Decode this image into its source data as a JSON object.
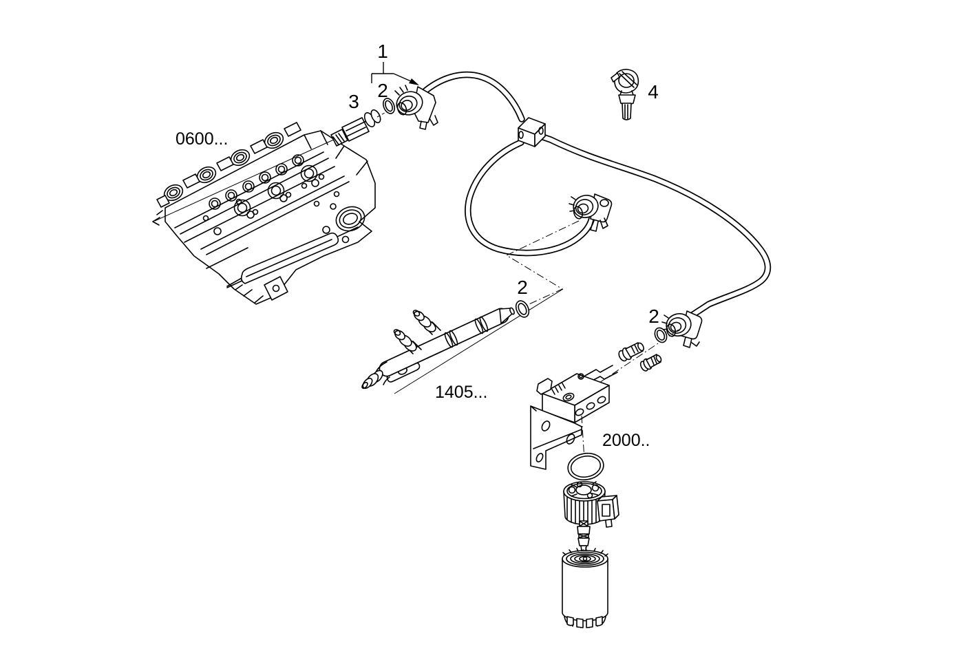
{
  "diagram": {
    "background": "#ffffff",
    "ink": "#000000",
    "callouts": {
      "c1": "1",
      "c2_top": "2",
      "c3": "3",
      "c4": "4",
      "c2_mid": "2",
      "c2_right": "2"
    },
    "refs": {
      "cylinder_head": "0600...",
      "injection_pipe": "1405...",
      "fuel_filter": "2000.."
    }
  }
}
